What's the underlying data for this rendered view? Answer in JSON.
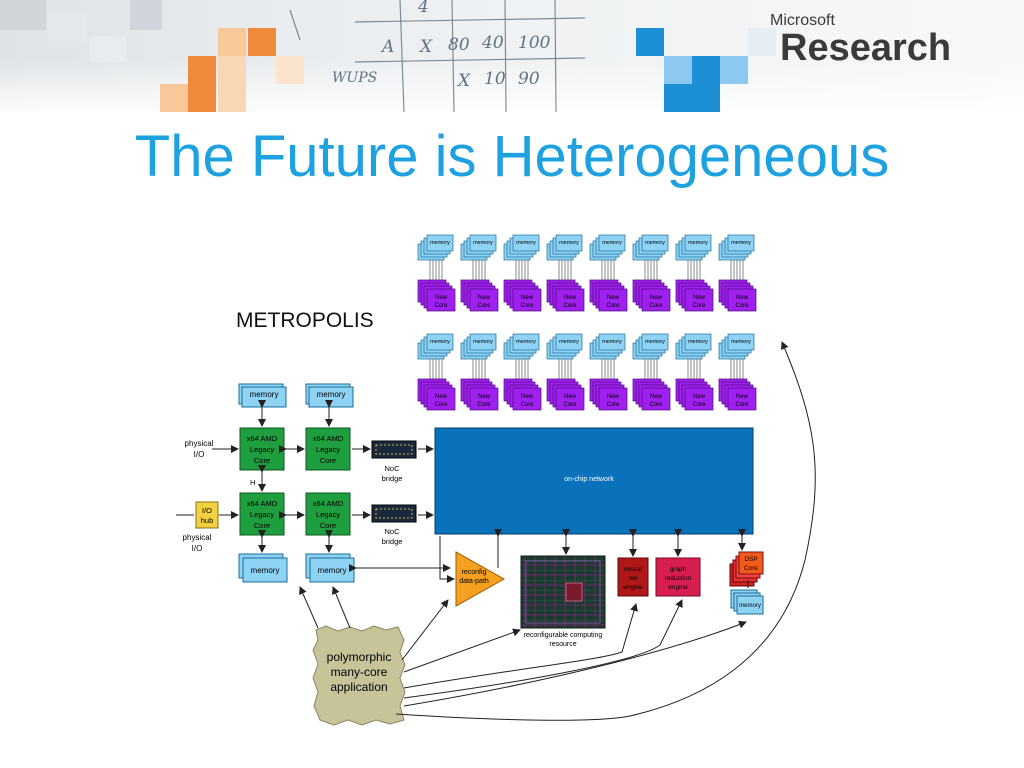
{
  "header": {
    "brand_small": "Microsoft",
    "brand_big": "Research",
    "sketch": [
      "4",
      "A",
      "X",
      "80",
      "40",
      "100",
      "WUPS",
      "X",
      "10",
      "90"
    ]
  },
  "slide_title": "The Future is Heterogeneous",
  "diagram": {
    "project_name": "METROPOLIS",
    "memory_label": "memory",
    "new_core_label": [
      "New",
      "Core"
    ],
    "legacy_core_label": [
      "x64 AMD",
      "Legacy",
      "Core"
    ],
    "noc_bridge_label": [
      "NoC",
      "bridge"
    ],
    "physical_io_label": [
      "physical",
      "I/O"
    ],
    "io_hub_label": [
      "I/O",
      "hub"
    ],
    "h_label": "H",
    "network_label": "on-chip network",
    "reconfig_label": [
      "reconfig",
      "data-path"
    ],
    "fabric_label": [
      "reconfigurable computing",
      "resource"
    ],
    "neural_label": [
      "neural",
      "net",
      "engine"
    ],
    "graph_label": [
      "graph",
      "reduction",
      "engine"
    ],
    "dsp_label": [
      "DSP",
      "Core"
    ],
    "app_label": [
      "polymorphic",
      "many-core",
      "application"
    ]
  },
  "colors": {
    "title": "#1ea1e0",
    "memory": "#8fd3f4",
    "new_core": "#a020f0",
    "legacy_core": "#1e9e3e",
    "network": "#0a72bb",
    "reconfig": "#f5a020",
    "neural": "#b01818",
    "graph": "#d81e50",
    "io_hub": "#f2d040",
    "app": "#c8c49a"
  }
}
